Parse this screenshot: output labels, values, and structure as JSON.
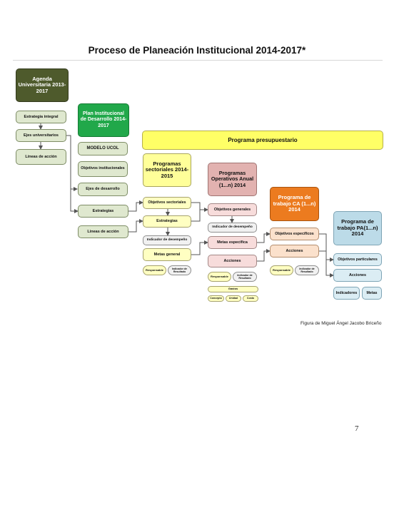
{
  "title": "Proceso de Planeación Institucional 2014-2017*",
  "caption": "Figura de Miguel Ángel Jacobo Briceño",
  "page_number": "7",
  "colors": {
    "agenda_header": "#4e5a2c",
    "pid_header": "#21a84a",
    "programa_band": "#ffff66",
    "sectoriales_header": "#ffff99",
    "poa_header": "#e2b2b0",
    "ca_header": "#ec7b1f",
    "pa_header": "#bcdbe8",
    "connector": "#555555"
  },
  "nodes": {
    "agenda": "Agenda Universitaria 2013-2017",
    "estrategia_integral": "Estrategia integral",
    "ejes_universitarios": "Ejes universitarios",
    "lineas_accion_1": "Líneas de acción",
    "pid": "Plan Institucional de Desarrollo 2014-2017",
    "modelo_ucol": "MODELO UCOL",
    "objetivos_institucionales": "Objetivos institucionales",
    "ejes_desarrollo": "Ejes de desarrollo",
    "estrategias_1": "Estrategias",
    "lineas_accion_2": "Lineas de acción",
    "programa_presupuestario": "Programa presupuestario",
    "programas_sectoriales": "Programas sectoriales 2014-2015",
    "objetivos_sectoriales": "Objetivos sectoriales",
    "estrategias_2": "Estrategias",
    "indicador_desempeno_1": "Indicador de desempeño",
    "metas_general": "Metas general",
    "responsable_1": "Responsable",
    "indicador_resultado_1": "Indicador de Resultado",
    "poa": "Programas Operativos Anual (1...n) 2014",
    "objetivos_generales": "Objetivos generales",
    "indicador_desempeno_2": "Indicador de desempeño",
    "metas_especifica": "Metas especifica",
    "acciones_1": "Acciones",
    "responsable_2": "Responsable",
    "indicador_resultado_2": "Indicador de Resultado",
    "gastos": "Gastos",
    "concepto": "Concepto",
    "unidad": "Unidad",
    "costo": "Costo",
    "ca": "Programa de trabajo CA (1...n) 2014",
    "objetivos_especificos": "Objetivos específicos",
    "acciones_2": "Acciones",
    "responsable_3": "Responsable",
    "indicador_resultado_3": "Indicador de Resultado",
    "pa": "Programa de trabajo PA(1...n) 2014",
    "objetivos_particulares": "Objetivos particulares",
    "acciones_3": "Acciones",
    "indicadores": "Indicadores",
    "metas": "Metas"
  }
}
